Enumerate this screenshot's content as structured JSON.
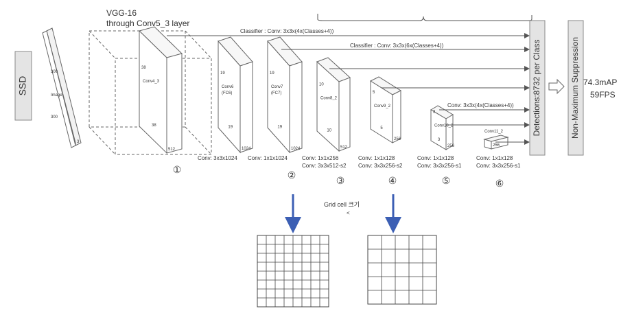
{
  "ssd_label": "SSD",
  "vgg_title": [
    "VGG-16",
    "through Conv5_3 layer"
  ],
  "image_block": {
    "size_top": "300",
    "name": "Image",
    "size_bottom": "300",
    "depth": "3"
  },
  "blocks": [
    {
      "id": "conv4_3",
      "name": [
        "Conv4_3"
      ],
      "h": "38",
      "w": "38",
      "d": "512",
      "conv": [],
      "circle": "①"
    },
    {
      "id": "conv6",
      "name": [
        "Conv6",
        "(FC6)"
      ],
      "h": "19",
      "w": "19",
      "d": "1024",
      "conv": [
        "Conv: 3x3x1024"
      ],
      "circle": ""
    },
    {
      "id": "conv7",
      "name": [
        "Conv7",
        "(FC7)"
      ],
      "h": "19",
      "w": "19",
      "d": "1024",
      "conv": [
        "Conv: 1x1x1024"
      ],
      "circle": "②"
    },
    {
      "id": "conv8_2",
      "name": [
        "Conv8_2"
      ],
      "h": "10",
      "w": "10",
      "d": "512",
      "conv": [
        "Conv: 1x1x256",
        "Conv: 3x3x512-s2"
      ],
      "circle": "③"
    },
    {
      "id": "conv9_2",
      "name": [
        "Conv9_2"
      ],
      "h": "5",
      "w": "5",
      "d": "256",
      "conv": [
        "Conv: 1x1x128",
        "Conv: 3x3x256-s2"
      ],
      "circle": "④"
    },
    {
      "id": "conv10_2",
      "name": [
        "Conv10_2"
      ],
      "h": "3",
      "w": "3",
      "d": "256",
      "conv": [
        "Conv: 1x1x128",
        "Conv: 3x3x256-s1"
      ],
      "circle": "⑤"
    },
    {
      "id": "conv11_2",
      "name": [
        "Conv11_2"
      ],
      "h": "",
      "w": "",
      "d": "256",
      "conv": [
        "Conv: 1x1x128",
        "Conv: 3x3x256-s1"
      ],
      "circle": "⑥"
    }
  ],
  "classifier_labels": [
    "Classifier : Conv: 3x3x(4x(Classes+4))",
    "Classifier : Conv: 3x3x(6x(Classes+4))",
    "Conv: 3x3x(4x(Classes+4))"
  ],
  "detections_label": "Detections:8732  per Class",
  "nms_label": "Non-Maximum Suppression",
  "result": [
    "74.3mAP",
    "59FPS"
  ],
  "grid_caption": "Grid cell 크기",
  "grid_compare": "<",
  "grids": [
    8,
    5
  ],
  "colors": {
    "arrow_blue": "#3c5fb4",
    "line": "#555555",
    "box_fill": "#e4e4e4"
  }
}
